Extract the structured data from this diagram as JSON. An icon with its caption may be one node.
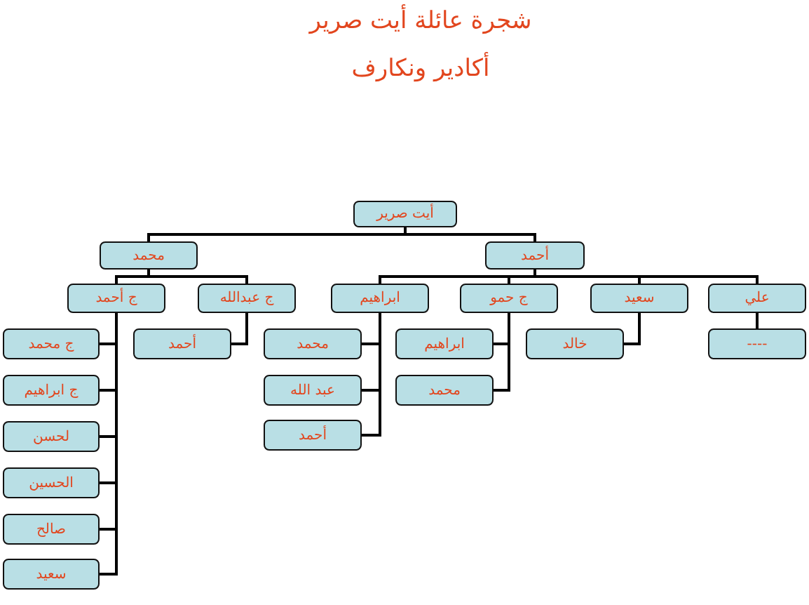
{
  "diagram": {
    "title": "شجرة عائلة أيت صرير",
    "nodes": [
      {
        "text": [
          "أيت صرير"
        ]
      },
      {
        "text": [
          "أحمد"
        ]
      },
      {
        "text": [
          "محمد"
        ]
      },
      {
        "text": [
          "علي"
        ]
      },
      {
        "text": [
          "سعيد"
        ]
      },
      {
        "text": [
          "ج حمو"
        ]
      },
      {
        "text": [
          "ابراهيم"
        ]
      },
      {
        "text": [
          "ج عبدالله"
        ]
      },
      {
        "text": [
          "ج أحمد"
        ]
      },
      {
        "text": [
          "----"
        ]
      },
      {
        "text": [
          "خالد"
        ]
      },
      {
        "text": [
          "ابراهيم"
        ]
      },
      {
        "text": [
          "محمد"
        ]
      },
      {
        "text": [
          "محمد"
        ]
      },
      {
        "text": [
          "عبد الله"
        ]
      },
      {
        "text": [
          "أحمد"
        ]
      },
      {
        "text": [
          "أحمد"
        ]
      },
      {
        "text": [
          "ج محمد"
        ]
      },
      {
        "text": [
          "ج ابراهيم"
        ]
      },
      {
        "text": [
          "لحسن"
        ]
      },
      {
        "text": [
          "الحسين"
        ]
      },
      {
        "text": [
          "صالح"
        ]
      },
      {
        "text": [
          "سعيد"
        ]
      }
    ],
    "edges": [
      {
        "from": 0,
        "to": 1,
        "arrow": "none"
      },
      {
        "from": 0,
        "to": 2,
        "arrow": "none"
      },
      {
        "from": 1,
        "to": 3,
        "arrow": "none"
      },
      {
        "from": 1,
        "to": 4,
        "arrow": "none"
      },
      {
        "from": 1,
        "to": 5,
        "arrow": "none"
      },
      {
        "from": 1,
        "to": 6,
        "arrow": "none"
      },
      {
        "from": 2,
        "to": 7,
        "arrow": "none"
      },
      {
        "from": 2,
        "to": 8,
        "arrow": "none"
      },
      {
        "from": 3,
        "to": 9,
        "arrow": "none"
      },
      {
        "from": 4,
        "to": 10,
        "arrow": "none"
      },
      {
        "from": 5,
        "to": 11,
        "arrow": "none"
      },
      {
        "from": 5,
        "to": 12,
        "arrow": "none"
      },
      {
        "from": 6,
        "to": 13,
        "arrow": "none"
      },
      {
        "from": 6,
        "to": 14,
        "arrow": "none"
      },
      {
        "from": 6,
        "to": 15,
        "arrow": "none"
      },
      {
        "from": 7,
        "to": 16,
        "arrow": "none"
      },
      {
        "from": 8,
        "to": 17,
        "arrow": "none"
      },
      {
        "from": 8,
        "to": 18,
        "arrow": "none"
      },
      {
        "from": 8,
        "to": 19,
        "arrow": "none"
      },
      {
        "from": 8,
        "to": 20,
        "arrow": "none"
      },
      {
        "from": 8,
        "to": 21,
        "arrow": "none"
      },
      {
        "from": 8,
        "to": 22,
        "arrow": "none"
      }
    ],
    "labels": [
      "أكادير ونكارف"
    ]
  }
}
